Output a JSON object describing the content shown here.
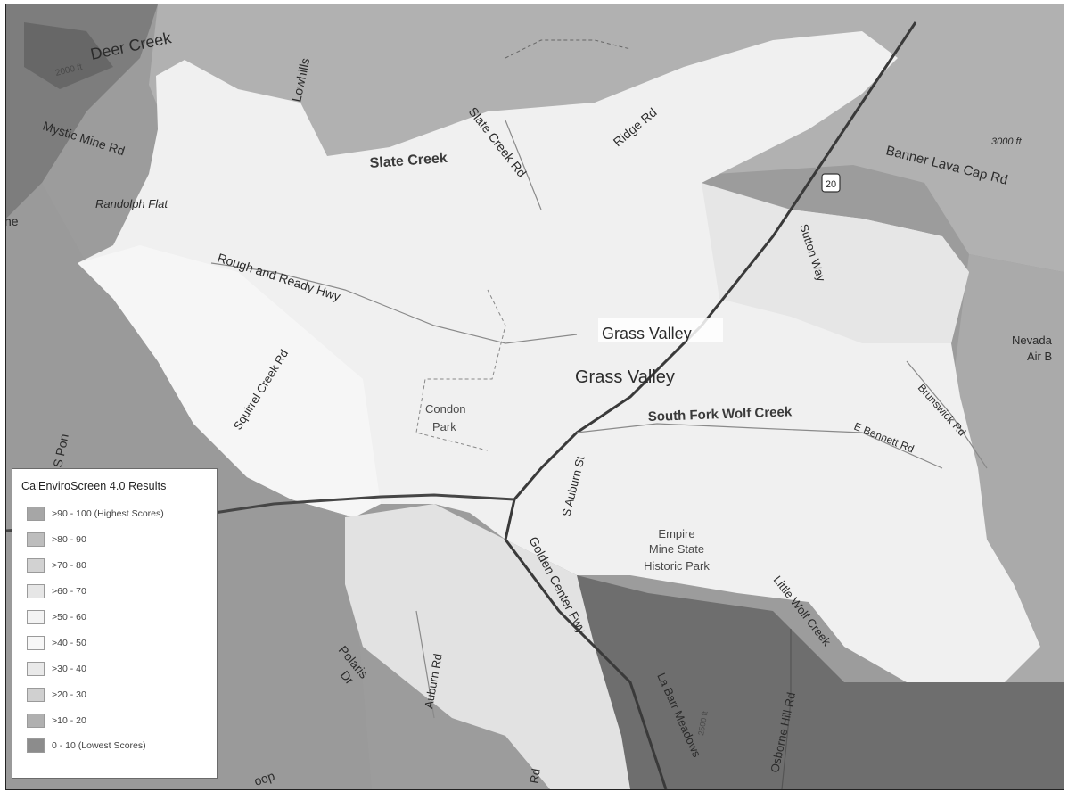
{
  "map": {
    "labels": {
      "deer_creek": "Deer Creek",
      "deer_creek_elev": "2000 ft",
      "lowhills": "Lowhills",
      "mystic_mine_rd": "Mystic Mine Rd",
      "slate_creek_rd": "Slate Creek Rd",
      "ridge_rd": "Ridge Rd",
      "slate_creek": "Slate Creek",
      "route_20": "20",
      "banner_lava_cap_rd": "Banner Lava Cap Rd",
      "elev_3000": "3000 ft",
      "randolph_flat": "Randolph Flat",
      "left_edge": "ne",
      "rough_and_ready_hwy": "Rough and Ready Hwy",
      "sutton_way": "Sutton Way",
      "grass_valley_city": "Grass Valley",
      "grass_valley_town": "Grass Valley",
      "nevada_air": "Nevada",
      "nevada_air_2": "Air B",
      "squirrel_creek_rd": "Squirrel Creek Rd",
      "condon_park": "Condon",
      "condon_park_2": "Park",
      "south_fork_wolf_creek": "South Fork Wolf Creek",
      "e_bennett_rd": "E Bennett Rd",
      "brunswick_rd": "Brunswick Rd",
      "s_auburn_st": "S Auburn St",
      "s_pon": "S Pon",
      "empire_1": "Empire",
      "empire_2": "Mine State",
      "empire_3": "Historic Park",
      "little_wolf_creek": "Little Wolf Creek",
      "golden_center_fwy": "Golden Center Fwy",
      "la_barr_meadows": "La Barr Meadows",
      "auburn_rd": "Auburn Rd",
      "polaris": "Polaris",
      "polaris_2": "Dr",
      "osborne_hill_rd": "Osborne Hill Rd",
      "elev_2500": "2500 ft",
      "bottom_rd": "Rd",
      "bottom_oop": "oop"
    }
  },
  "legend": {
    "title": "CalEnviroScreen 4.0 Results",
    "items": [
      {
        "label": ">90 - 100 (Highest Scores)",
        "color": "#a6a6a6"
      },
      {
        "label": ">80 - 90",
        "color": "#bdbdbd"
      },
      {
        "label": ">70 - 80",
        "color": "#d2d2d2"
      },
      {
        "label": ">60 - 70",
        "color": "#e6e6e6"
      },
      {
        "label": ">50 - 60",
        "color": "#f3f3f3"
      },
      {
        "label": ">40 - 50",
        "color": "#f7f7f7"
      },
      {
        "label": ">30 - 40",
        "color": "#e9e9e9"
      },
      {
        "label": ">20 - 30",
        "color": "#d0d0d0"
      },
      {
        "label": ">10 - 20",
        "color": "#b0b0b0"
      },
      {
        "label": "0 - 10 (Lowest Scores)",
        "color": "#8c8c8c"
      }
    ]
  }
}
